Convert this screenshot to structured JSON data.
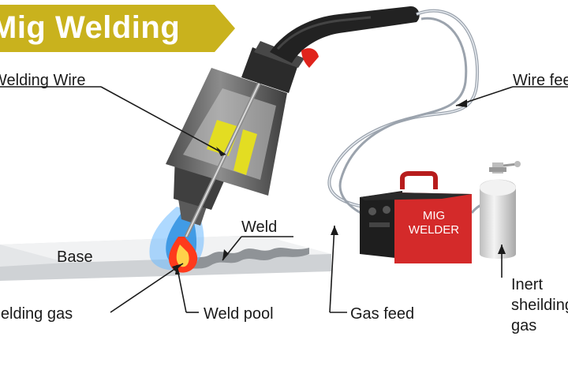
{
  "title": "Mig Welding",
  "labels": {
    "welding_wire": "Welding Wire",
    "base": "Base",
    "weld": "Weld",
    "shielding_gas": "Shielding gas",
    "weld_pool": "Weld pool",
    "wire_feed": "Wire feed",
    "gas_feed": "Gas feed",
    "inert_gas": [
      "Inert",
      "sheilding",
      "gas"
    ]
  },
  "welder_box_text": [
    "MIG",
    "WELDER"
  ],
  "colors": {
    "banner": "#c9b21d",
    "welder_body": "#d42a2a",
    "torch_handle": "#222222",
    "flame_blue": "#2e8fe0",
    "flame_red": "#ff3a1c",
    "gas_tank": "#e8e8e8"
  }
}
